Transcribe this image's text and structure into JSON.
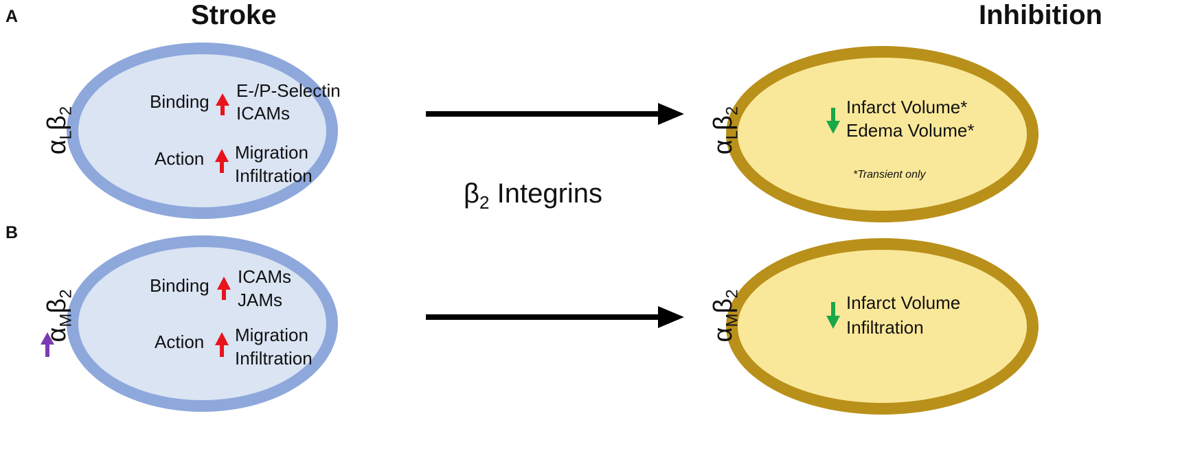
{
  "panels": {
    "a_letter": "A",
    "b_letter": "B"
  },
  "columns": {
    "left_title": "Stroke",
    "right_title": "Inhibition"
  },
  "center_label": {
    "symbol": "β",
    "sub": "2",
    "word": "Integrins"
  },
  "row_a": {
    "integrin_alpha": "α",
    "integrin_alpha_sub": "L",
    "integrin_beta": "β",
    "integrin_beta_sub": "2",
    "stroke": {
      "binding_label": "Binding",
      "binding_targets": [
        "E-/P-Selectin",
        "ICAMs"
      ],
      "action_label": "Action",
      "action_targets": [
        "Migration",
        "Infiltration"
      ]
    },
    "inhibition": {
      "effects": [
        "Infarct Volume*",
        "Edema Volume*"
      ],
      "note": "*Transient only"
    }
  },
  "row_b": {
    "integrin_alpha": "α",
    "integrin_alpha_sub": "M",
    "integrin_beta": "β",
    "integrin_beta_sub": "2",
    "stroke": {
      "binding_label": "Binding",
      "binding_targets": [
        "ICAMs",
        "JAMs"
      ],
      "action_label": "Action",
      "action_targets": [
        "Migration",
        "Infiltration"
      ]
    },
    "inhibition": {
      "effects": [
        "Infarct Volume",
        "Infiltration"
      ]
    }
  },
  "colors": {
    "stroke_border": "#8ea8dc",
    "stroke_fill": "#dae4f3",
    "inhibition_border": "#b9901a",
    "inhibition_fill": "#fae89a",
    "up_arrow": "#e8141b",
    "down_arrow": "#18a84a",
    "upregulation_arrow": "#7a3db0",
    "connector": "#000000"
  },
  "icons": {
    "increase": "red-up-arrow-icon",
    "decrease": "green-down-arrow-icon",
    "upregulated": "purple-up-arrow-icon",
    "leads_to": "right-arrow-icon"
  }
}
